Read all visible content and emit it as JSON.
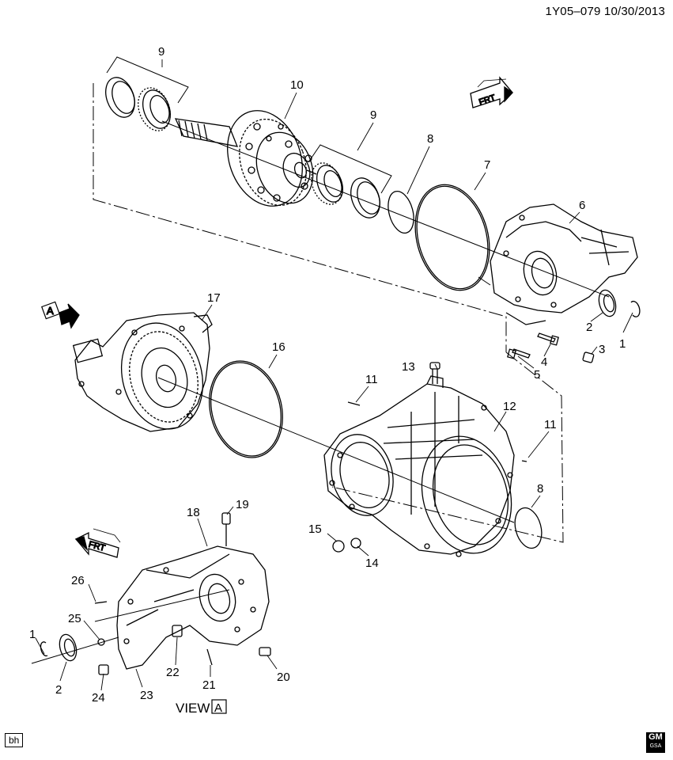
{
  "header": {
    "ref": "1Y05–079  10/30/2013"
  },
  "view_label": "VIEW",
  "view_tag": "A",
  "front_tag": "FRT",
  "corner_code": "bh",
  "logo": {
    "text": "GM",
    "sub": "GSA"
  },
  "callouts": {
    "c1a": "1",
    "c2a": "2",
    "c3": "3",
    "c4": "4",
    "c5": "5",
    "c6": "6",
    "c7": "7",
    "c8a": "8",
    "c8b": "8",
    "c9a": "9",
    "c9b": "9",
    "c10": "10",
    "c11a": "11",
    "c11b": "11",
    "c12": "12",
    "c13": "13",
    "c14": "14",
    "c15": "15",
    "c16": "16",
    "c17": "17",
    "c18": "18",
    "c19": "19",
    "c20": "20",
    "c21": "21",
    "c22": "22",
    "c23": "23",
    "c24": "24",
    "c25": "25",
    "c26": "26",
    "c1b": "1",
    "c2b": "2"
  }
}
